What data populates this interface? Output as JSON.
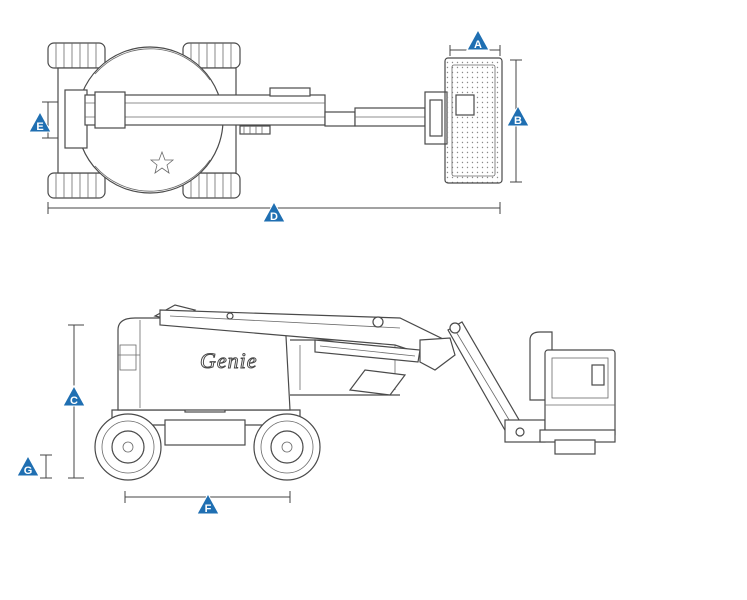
{
  "diagram": {
    "markers": {
      "a": "A",
      "b": "B",
      "c": "C",
      "d": "D",
      "e": "E",
      "f": "F",
      "g": "G"
    },
    "logo": "Genie"
  }
}
